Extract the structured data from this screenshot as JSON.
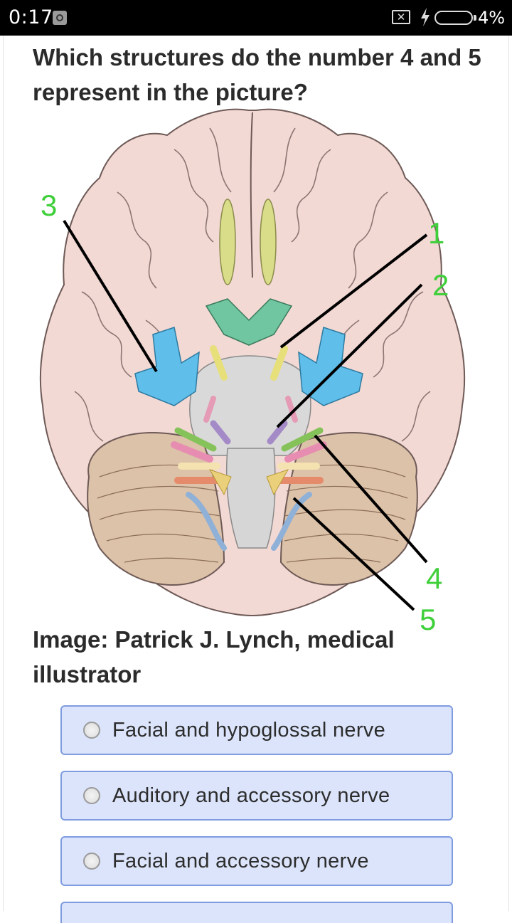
{
  "status_bar": {
    "time": "0:17",
    "battery_percent": "4%",
    "battery_level": 0.04
  },
  "question": {
    "text": "Which structures do the number 4 and 5 represent in the picture?"
  },
  "illustration": {
    "labels": [
      "1",
      "2",
      "3",
      "4",
      "5"
    ],
    "label_color": "#3fcf3a"
  },
  "credit": {
    "text": "Image: Patrick J. Lynch, medical illustrator"
  },
  "options": [
    {
      "label": "Facial and hypoglossal nerve"
    },
    {
      "label": "Auditory and accessory nerve"
    },
    {
      "label": "Facial and accessory nerve"
    }
  ],
  "colors": {
    "option_bg": "#dbe4fb",
    "option_border": "#7f9ce0"
  }
}
